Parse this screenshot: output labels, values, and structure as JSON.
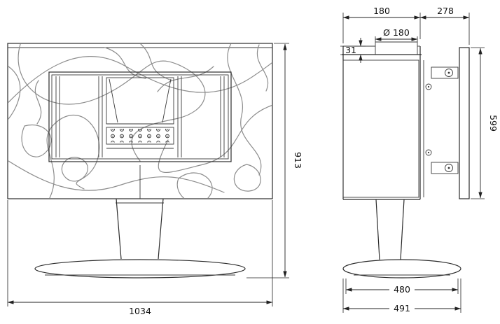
{
  "drawing": {
    "title": "stove-dimension-drawing",
    "dims": {
      "front_width": "1034",
      "front_height": "913",
      "depth_front": "180",
      "depth_rear": "278",
      "flue_diameter": "Ø 180",
      "top_clearance": "31",
      "rear_panel_height": "599",
      "base_depth_inner": "480",
      "base_depth_total": "491"
    },
    "colors": {
      "line": "#2b2b2b",
      "dimension_line": "#222222",
      "art_pattern": "#8d8d8d",
      "background": "#ffffff"
    }
  }
}
